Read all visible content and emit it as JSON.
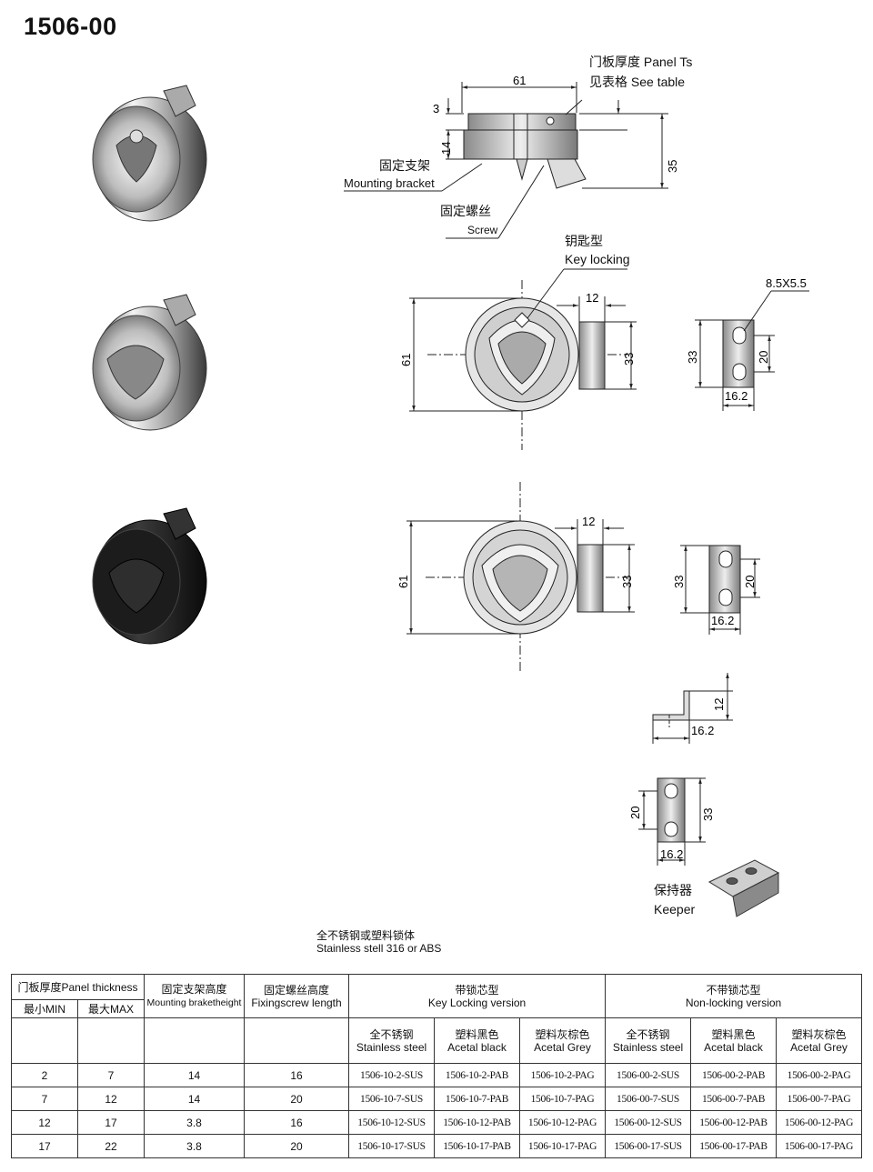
{
  "title": "1506-00",
  "labels": {
    "panel_ts": "门板厚度 Panel Ts",
    "see_table": "见表格 See table",
    "mount_cn": "固定支架",
    "mount_en": "Mounting bracket",
    "screw_cn": "固定螺丝",
    "screw_en": "Screw",
    "key_cn": "钥匙型",
    "key_en": "Key locking",
    "keeper_cn": "保持器",
    "keeper_en": "Keeper"
  },
  "dims": {
    "d61": "61",
    "d3": "3",
    "d14": "14",
    "d35": "35",
    "d12": "12",
    "d33": "33",
    "d20": "20",
    "d162": "16.2",
    "d85": "8.5X5.5"
  },
  "note": {
    "cn": "全不锈钢或塑料锁体",
    "en": "Stainless stell 316 or ABS"
  },
  "table": {
    "h_panel": "门板厚度Panel thickness",
    "h_min": "最小MIN",
    "h_max": "最大MAX",
    "h_mount_cn": "固定支架高度",
    "h_mount_en": "Mounting braketheight",
    "h_screw_cn": "固定螺丝高度",
    "h_screw_en": "Fixingscrew length",
    "h_key_cn": "带锁芯型",
    "h_key_en": "Key Locking version",
    "h_non_cn": "不带锁芯型",
    "h_non_en": "Non-locking version",
    "m_ss_cn": "全不锈钢",
    "m_ss_en": "Stainless steel",
    "m_ab_cn": "塑料黑色",
    "m_ab_en": "Acetal black",
    "m_ag_cn": "塑料灰棕色",
    "m_ag_en": "Acetal Grey",
    "rows": [
      [
        "2",
        "7",
        "14",
        "16",
        "1506-10-2-SUS",
        "1506-10-2-PAB",
        "1506-10-2-PAG",
        "1506-00-2-SUS",
        "1506-00-2-PAB",
        "1506-00-2-PAG"
      ],
      [
        "7",
        "12",
        "14",
        "20",
        "1506-10-7-SUS",
        "1506-10-7-PAB",
        "1506-10-7-PAG",
        "1506-00-7-SUS",
        "1506-00-7-PAB",
        "1506-00-7-PAG"
      ],
      [
        "12",
        "17",
        "3.8",
        "16",
        "1506-10-12-SUS",
        "1506-10-12-PAB",
        "1506-10-12-PAG",
        "1506-00-12-SUS",
        "1506-00-12-PAB",
        "1506-00-12-PAG"
      ],
      [
        "17",
        "22",
        "3.8",
        "20",
        "1506-10-17-SUS",
        "1506-10-17-PAB",
        "1506-10-17-PAG",
        "1506-00-17-SUS",
        "1506-00-17-PAB",
        "1506-00-17-PAG"
      ]
    ]
  },
  "colors": {
    "steel_light": "#e8e8e8",
    "steel_dark": "#555555",
    "black_body": "#151515",
    "line": "#222222"
  }
}
